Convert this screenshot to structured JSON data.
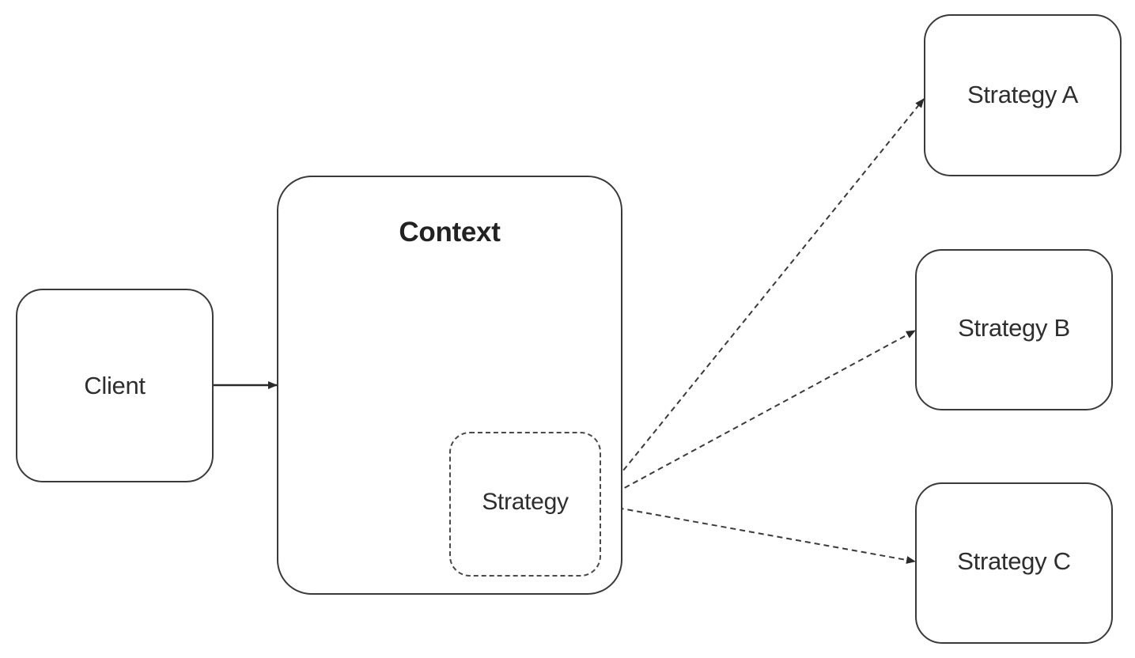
{
  "nodes": {
    "client": {
      "label": "Client"
    },
    "context": {
      "title": "Context"
    },
    "context_strategy": {
      "label": "Strategy"
    },
    "strategy_a": {
      "label": "Strategy A"
    },
    "strategy_b": {
      "label": "Strategy B"
    },
    "strategy_c": {
      "label": "Strategy C"
    }
  },
  "edges": [
    {
      "from": "Client",
      "to": "Context",
      "style": "solid"
    },
    {
      "from": "Strategy",
      "to": "Strategy A",
      "style": "dashed"
    },
    {
      "from": "Strategy",
      "to": "Strategy B",
      "style": "dashed"
    },
    {
      "from": "Strategy",
      "to": "Strategy C",
      "style": "dashed"
    }
  ],
  "colors": {
    "stroke": "#3a3a3a",
    "background": "#ffffff"
  }
}
